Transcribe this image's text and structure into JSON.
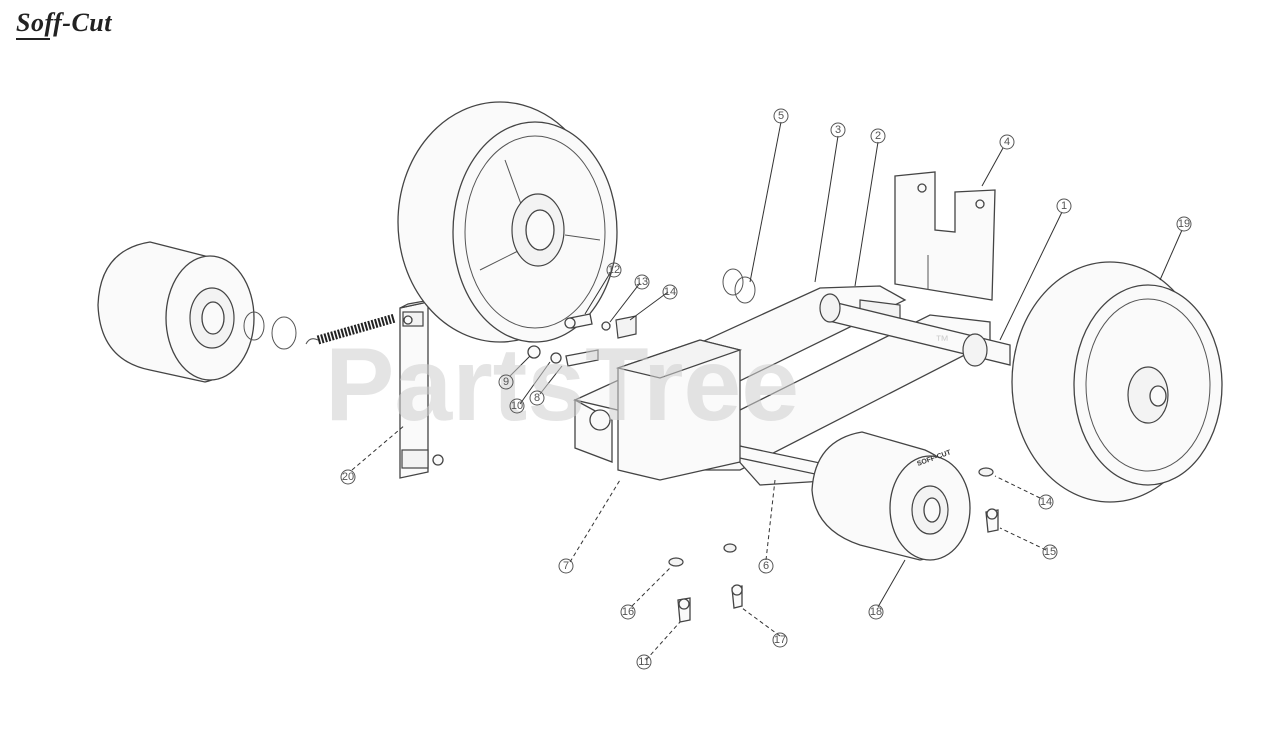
{
  "brand": {
    "logo_text": "Soff-Cut"
  },
  "watermark": {
    "text": "PartsTree",
    "tm": "™"
  },
  "callouts": [
    {
      "id": "c5",
      "label": "5"
    },
    {
      "id": "c3",
      "label": "3"
    },
    {
      "id": "c2",
      "label": "2"
    },
    {
      "id": "c4",
      "label": "4"
    },
    {
      "id": "c1",
      "label": "1"
    },
    {
      "id": "c19",
      "label": "19"
    },
    {
      "id": "c12",
      "label": "12"
    },
    {
      "id": "c13",
      "label": "13"
    },
    {
      "id": "c14a",
      "label": "14"
    },
    {
      "id": "c9",
      "label": "9"
    },
    {
      "id": "c10",
      "label": "10"
    },
    {
      "id": "c8",
      "label": "8"
    },
    {
      "id": "c20",
      "label": "20"
    },
    {
      "id": "c7",
      "label": "7"
    },
    {
      "id": "c6",
      "label": "6"
    },
    {
      "id": "c14b",
      "label": "14"
    },
    {
      "id": "c15",
      "label": "15"
    },
    {
      "id": "c16",
      "label": "16"
    },
    {
      "id": "c18",
      "label": "18"
    },
    {
      "id": "c11",
      "label": "11"
    },
    {
      "id": "c17",
      "label": "17"
    }
  ],
  "roller_mark": "SOFF-CUT"
}
